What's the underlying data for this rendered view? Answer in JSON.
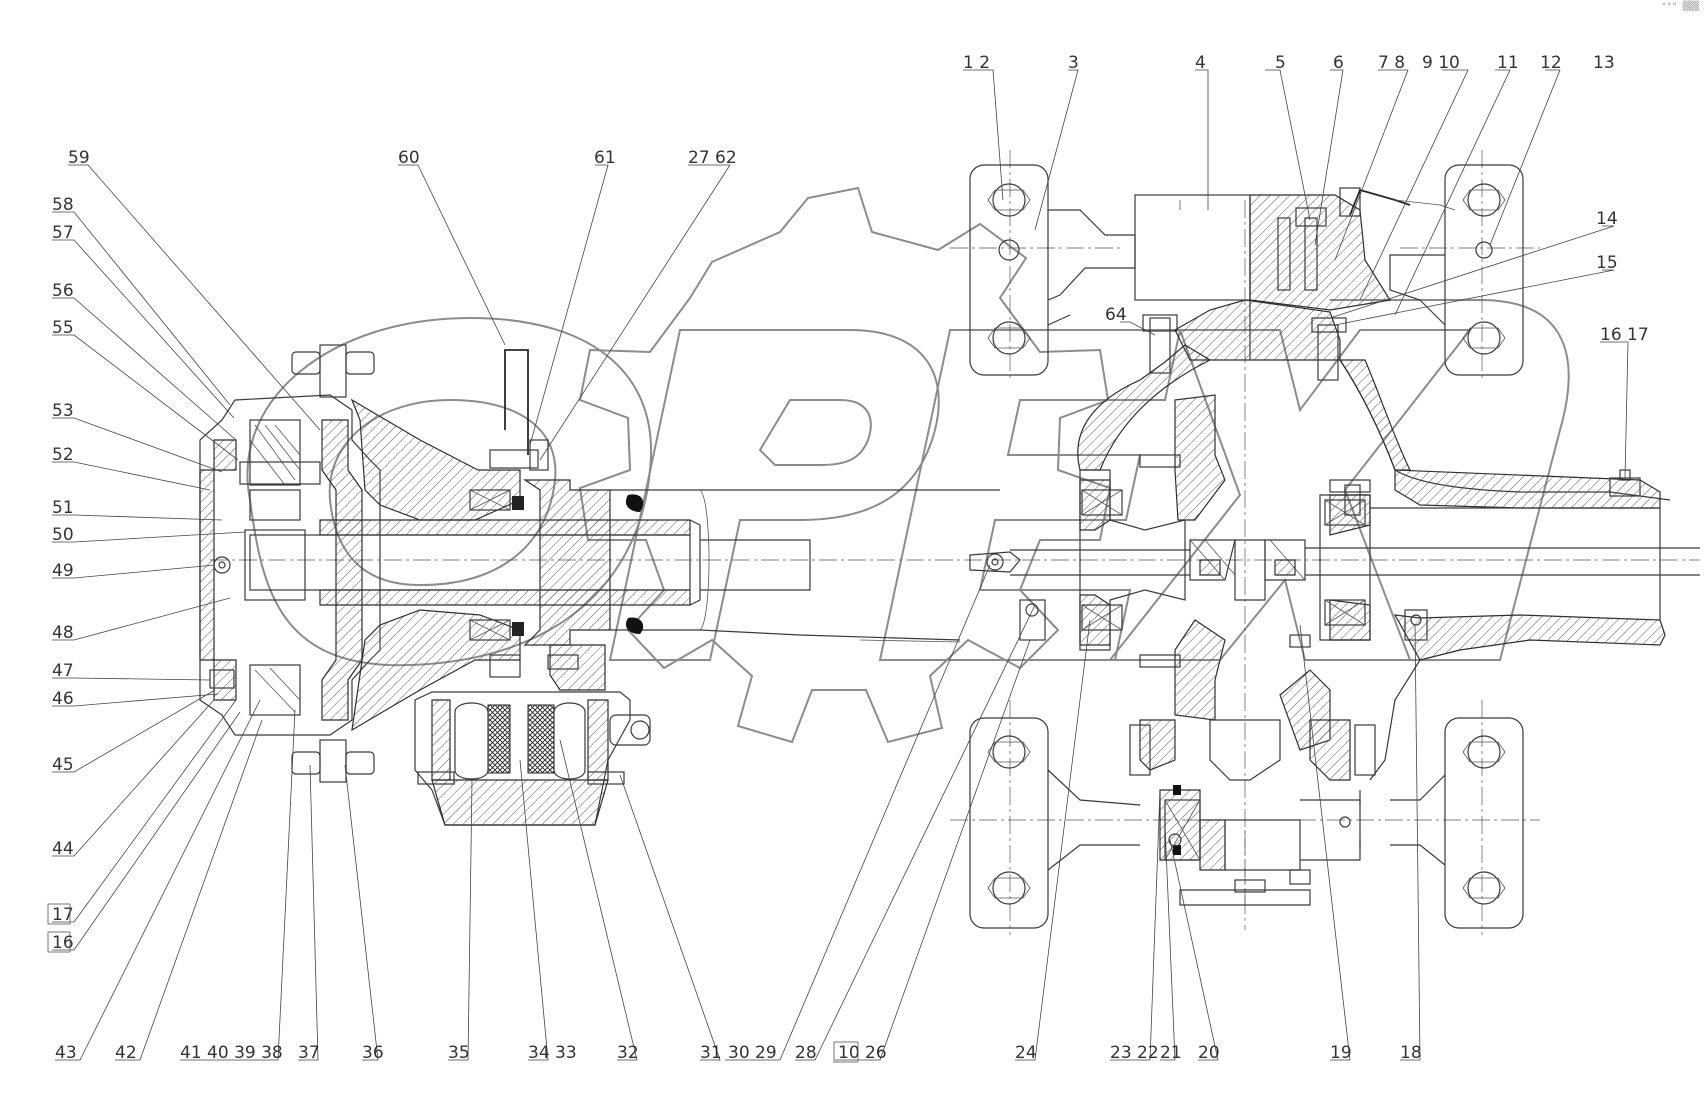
{
  "corner_note": "°°° ▒▒▒",
  "watermark_text": "OPEX",
  "callouts": [
    {
      "id": "c-1-2",
      "text": "1 2"
    },
    {
      "id": "c-3",
      "text": "3"
    },
    {
      "id": "c-4",
      "text": "4"
    },
    {
      "id": "c-5",
      "text": "5"
    },
    {
      "id": "c-6",
      "text": "6"
    },
    {
      "id": "c-7-8",
      "text": "7 8"
    },
    {
      "id": "c-9-10",
      "text": "9 10"
    },
    {
      "id": "c-11",
      "text": "11"
    },
    {
      "id": "c-12",
      "text": "12"
    },
    {
      "id": "c-13",
      "text": "13"
    },
    {
      "id": "c-14",
      "text": "14"
    },
    {
      "id": "c-15",
      "text": "15"
    },
    {
      "id": "c-16-17",
      "text": "16 17"
    },
    {
      "id": "c-59",
      "text": "59"
    },
    {
      "id": "c-60",
      "text": "60"
    },
    {
      "id": "c-61",
      "text": "61"
    },
    {
      "id": "c-27-62",
      "text": "27 62"
    },
    {
      "id": "c-64",
      "text": "64"
    },
    {
      "id": "c-58",
      "text": "58"
    },
    {
      "id": "c-57",
      "text": "57"
    },
    {
      "id": "c-56",
      "text": "56"
    },
    {
      "id": "c-55",
      "text": "55"
    },
    {
      "id": "c-53",
      "text": "53"
    },
    {
      "id": "c-52",
      "text": "52"
    },
    {
      "id": "c-51",
      "text": "51"
    },
    {
      "id": "c-50",
      "text": "50"
    },
    {
      "id": "c-49",
      "text": "49"
    },
    {
      "id": "c-48",
      "text": "48"
    },
    {
      "id": "c-47",
      "text": "47"
    },
    {
      "id": "c-46",
      "text": "46"
    },
    {
      "id": "c-45",
      "text": "45"
    },
    {
      "id": "c-44",
      "text": "44"
    },
    {
      "id": "c-17b",
      "text": "17"
    },
    {
      "id": "c-16b",
      "text": "16"
    },
    {
      "id": "c-43",
      "text": "43"
    },
    {
      "id": "c-42",
      "text": "42"
    },
    {
      "id": "c-41-38",
      "text": "41 40 39 38"
    },
    {
      "id": "c-37",
      "text": "37"
    },
    {
      "id": "c-36",
      "text": "36"
    },
    {
      "id": "c-35",
      "text": "35"
    },
    {
      "id": "c-34-33",
      "text": "34 33"
    },
    {
      "id": "c-32",
      "text": "32"
    },
    {
      "id": "c-31",
      "text": "31"
    },
    {
      "id": "c-30-29",
      "text": "30 29"
    },
    {
      "id": "c-28",
      "text": "28"
    },
    {
      "id": "c-10-26",
      "text": "10 26"
    },
    {
      "id": "c-24",
      "text": "24"
    },
    {
      "id": "c-23-22",
      "text": "23 22"
    },
    {
      "id": "c-21",
      "text": "21"
    },
    {
      "id": "c-20",
      "text": "20"
    },
    {
      "id": "c-19",
      "text": "19"
    },
    {
      "id": "c-18",
      "text": "18"
    }
  ]
}
